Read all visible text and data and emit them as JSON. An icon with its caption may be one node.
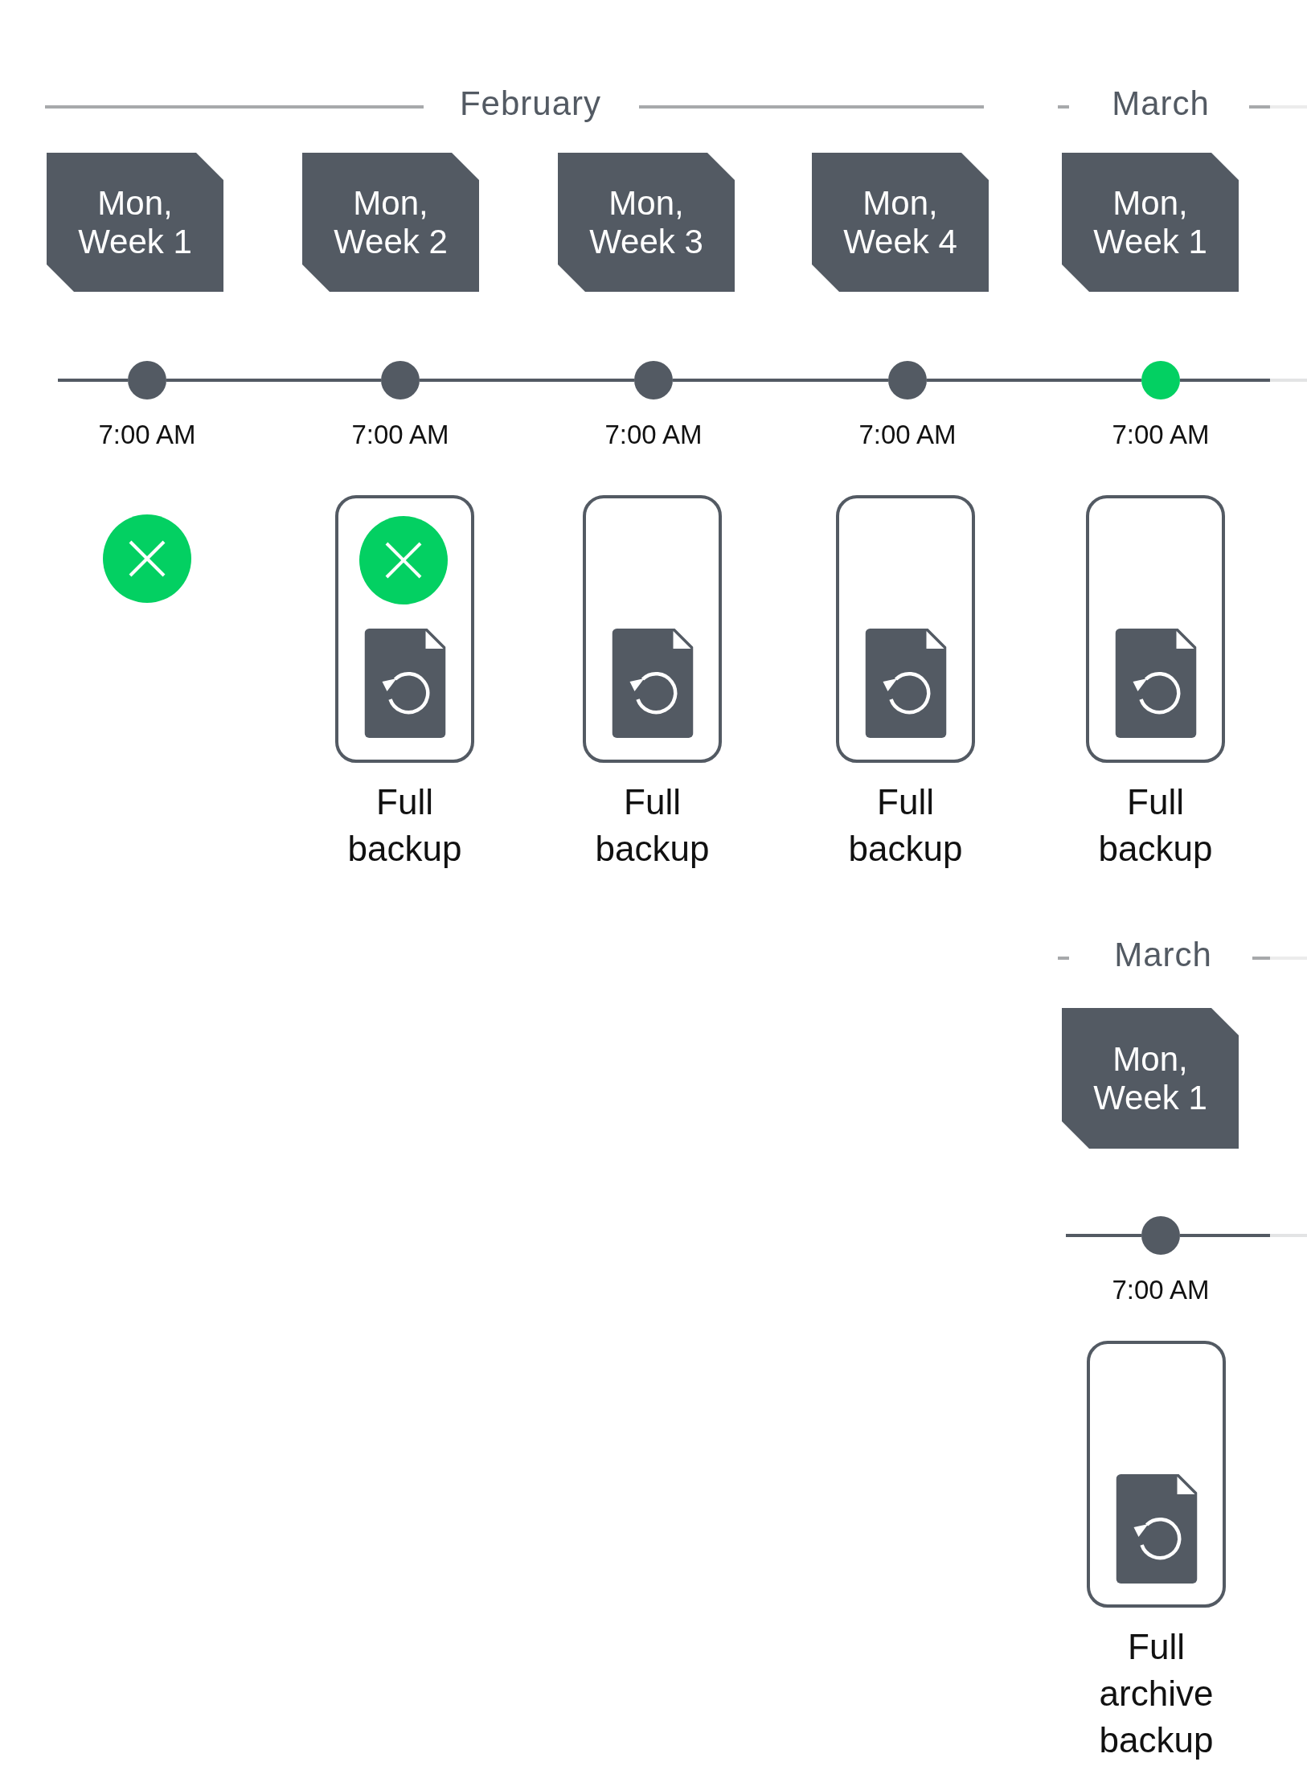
{
  "diagram": {
    "nodes": [
      {
        "text": [
          "Mon, Week 1"
        ]
      },
      {
        "text": [
          "Mon, Week 2"
        ]
      },
      {
        "text": [
          "Mon, Week 3"
        ]
      },
      {
        "text": [
          "Mon, Week 4"
        ]
      },
      {
        "text": [
          "Mon, Week 1"
        ]
      },
      {
        "text": [],
        "shape": "circle",
        "beside": [
          "7:00 AM"
        ]
      },
      {
        "text": [],
        "shape": "circle",
        "beside": [
          "7:00 AM"
        ]
      },
      {
        "text": [],
        "shape": "circle",
        "beside": [
          "7:00 AM"
        ]
      },
      {
        "text": [],
        "shape": "circle",
        "beside": [
          "7:00 AM"
        ]
      },
      {
        "text": [],
        "shape": "circle",
        "beside": [
          "7:00 AM"
        ]
      },
      {
        "text": [],
        "shape": "circle"
      },
      {
        "text": [
          "Full backup"
        ]
      },
      {
        "text": [],
        "shape": "circle",
        "in": 11
      },
      {
        "text": [
          "Full backup"
        ]
      },
      {
        "text": [
          "Full backup"
        ]
      },
      {
        "text": [
          "Full backup"
        ]
      },
      {
        "text": [
          "Mon, Week 1"
        ]
      },
      {
        "text": [],
        "shape": "circle",
        "beside": [
          "7:00 AM"
        ]
      },
      {
        "text": [
          "Full archive backup"
        ]
      }
    ],
    "edges": [
      {
        "from": 5,
        "to": 6,
        "arrow": "none"
      },
      {
        "from": 6,
        "to": 7,
        "arrow": "none"
      },
      {
        "from": 7,
        "to": 8,
        "arrow": "none"
      },
      {
        "from": 8,
        "to": 9,
        "arrow": "none"
      }
    ],
    "labels": [
      "February",
      "March",
      "March"
    ]
  }
}
